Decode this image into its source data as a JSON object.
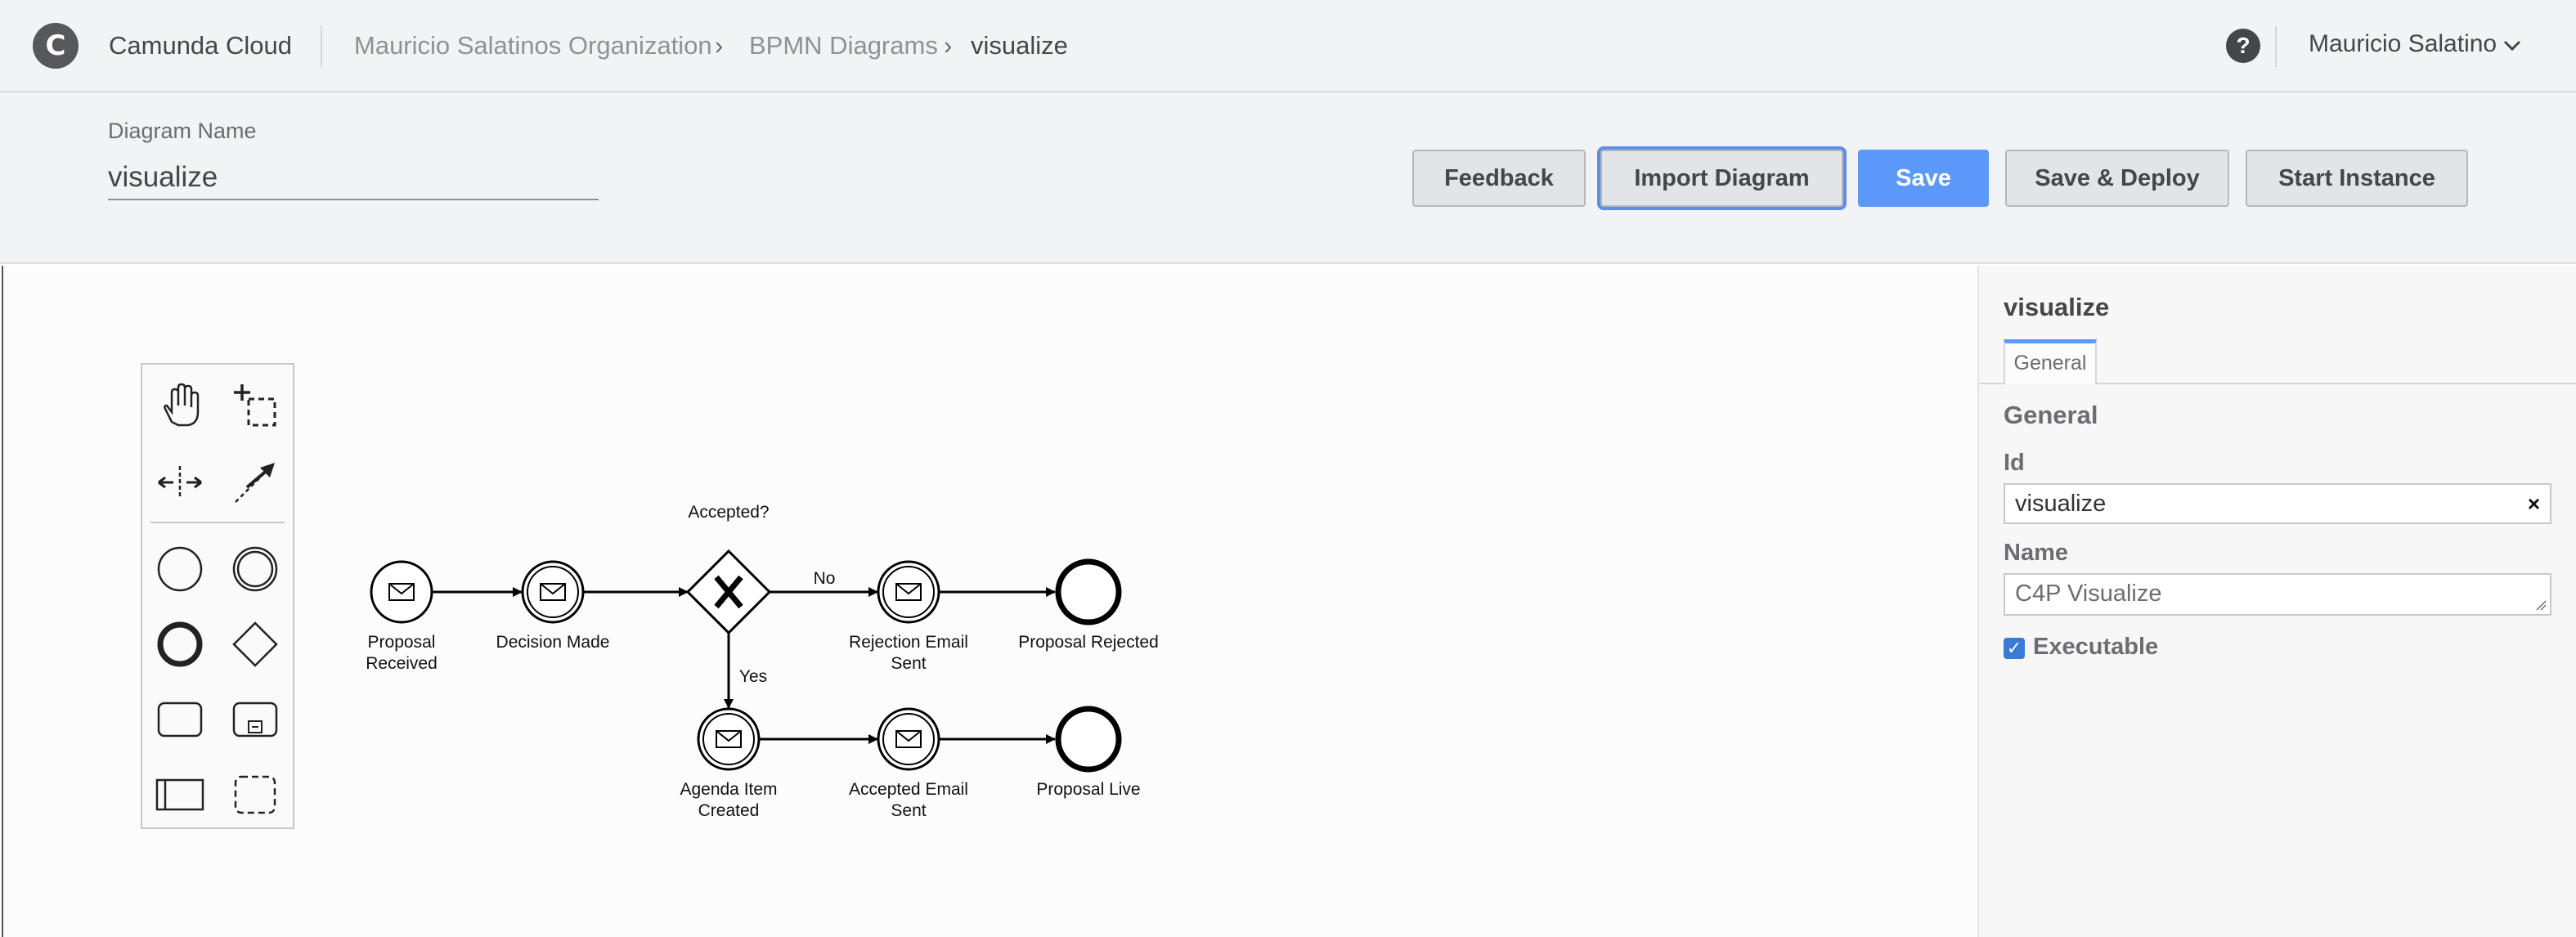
{
  "topbar": {
    "app_name": "Camunda Cloud",
    "logo_letter": "C",
    "breadcrumbs": [
      "Mauricio Salatinos Organization",
      "BPMN Diagrams",
      "visualize"
    ],
    "help_glyph": "?",
    "user_name": "Mauricio Salatino"
  },
  "subheader": {
    "diagram_name_label": "Diagram Name",
    "diagram_name_value": "visualize",
    "buttons": {
      "feedback": "Feedback",
      "import": "Import Diagram",
      "save": "Save",
      "save_deploy": "Save & Deploy",
      "start_instance": "Start Instance"
    }
  },
  "palette": {
    "tools": [
      "hand-tool-icon",
      "lasso-tool-icon",
      "space-tool-icon",
      "global-connect-icon",
      "start-event-icon",
      "intermediate-event-icon",
      "end-event-icon",
      "gateway-icon",
      "task-icon",
      "subprocess-icon",
      "participant-icon",
      "group-icon"
    ]
  },
  "diagram": {
    "nodes": {
      "proposal_received": "Proposal\nReceived",
      "decision_made": "Decision Made",
      "gateway": "Accepted?",
      "rejection_email": "Rejection Email\nSent",
      "proposal_rejected": "Proposal Rejected",
      "agenda_item": "Agenda Item\nCreated",
      "accepted_email": "Accepted Email\nSent",
      "proposal_live": "Proposal Live"
    },
    "flows": {
      "no": "No",
      "yes": "Yes"
    }
  },
  "properties": {
    "title": "visualize",
    "tab_general": "General",
    "section_general": "General",
    "id_label": "Id",
    "id_value": "visualize",
    "clear_glyph": "×",
    "name_label": "Name",
    "name_value": "C4P Visualize",
    "executable_label": "Executable",
    "executable_checked": true
  },
  "colors": {
    "primary": "#5c98f7",
    "header_bg": "#f2f3f5",
    "checkbox": "#3a7bd5"
  }
}
